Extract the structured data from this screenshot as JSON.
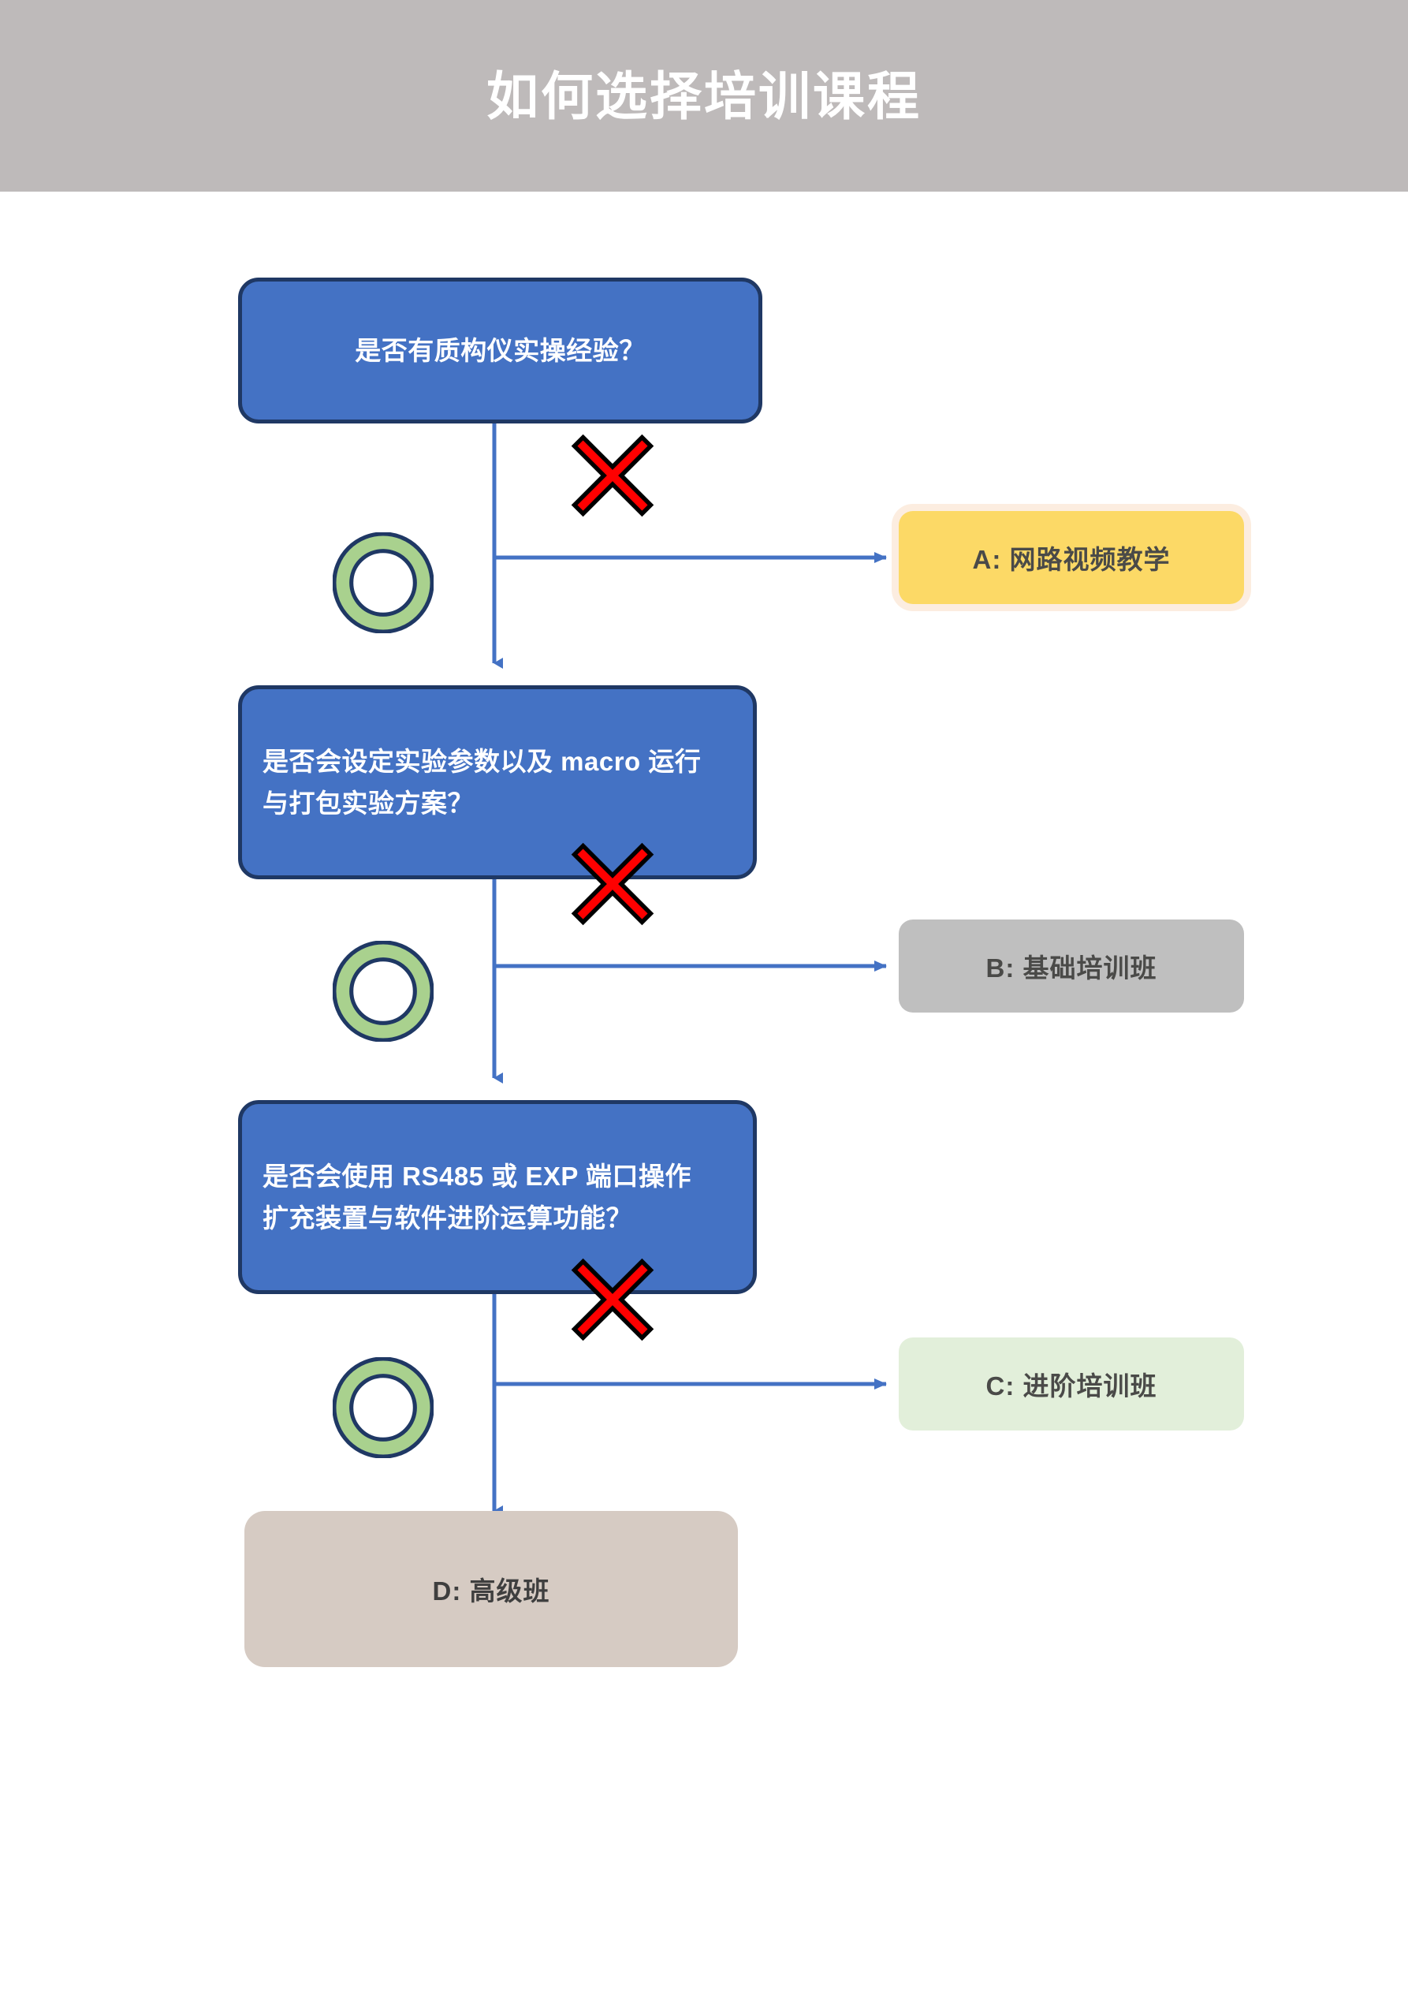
{
  "header": {
    "title": "如何选择培训课程",
    "bg_color": "#BEBABA",
    "text_color": "#FFFFFF"
  },
  "flowchart": {
    "type": "decision-tree",
    "background_color": "#FFFFFF",
    "connector_color": "#4472C4",
    "yes_marker": "green-ring",
    "no_marker": "red-x",
    "decisions": [
      {
        "id": "q1",
        "lines": [
          "是否有质构仪实操经验？"
        ],
        "align": "center",
        "fill": "#4472C4",
        "border": "#1F3864",
        "text_color": "#FFFFFF"
      },
      {
        "id": "q2",
        "lines": [
          "是否会设定实验参数以及 macro 运行",
          "与打包实验方案？"
        ],
        "align": "left",
        "fill": "#4472C4",
        "border": "#1F3864",
        "text_color": "#FFFFFF"
      },
      {
        "id": "q3",
        "lines": [
          "是否会使用 RS485 或 EXP 端口操作",
          "扩充装置与软件进阶运算功能？"
        ],
        "align": "left",
        "fill": "#4472C4",
        "border": "#1F3864",
        "text_color": "#FFFFFF"
      }
    ],
    "outcomes": [
      {
        "id": "a",
        "label": "A:  网路视频教学",
        "fill": "#FCD966",
        "text_color": "#4A4A48"
      },
      {
        "id": "b",
        "label": "B:  基础培训班",
        "fill": "#BFBFBF",
        "text_color": "#4A4A48"
      },
      {
        "id": "c",
        "label": "C:  进阶培训班",
        "fill": "#E2EFDA",
        "text_color": "#4A4A48"
      },
      {
        "id": "d",
        "label": "D:  高级班",
        "fill": "#D6CBC3",
        "text_color": "#3F3F3F"
      }
    ],
    "icons": {
      "x_mark": {
        "name": "red-x-icon",
        "fill": "#FF0000",
        "stroke": "#000000",
        "count": 3
      },
      "ring": {
        "name": "green-ring-icon",
        "fill": "#A9D18E",
        "stroke": "#1F3864",
        "count": 3
      }
    }
  }
}
